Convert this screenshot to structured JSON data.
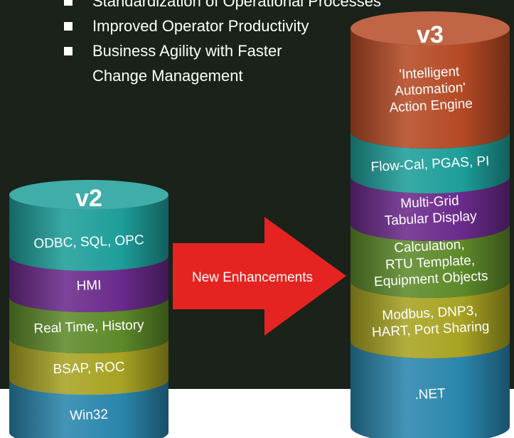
{
  "bullets": [
    {
      "text": "Standardization of Operational Processes"
    },
    {
      "text": "Improved Operator Productivity"
    },
    {
      "text": "Business Agility with Faster",
      "continuation": "Change Management"
    }
  ],
  "arrow": {
    "label": "New Enhancements",
    "color": "#e52421"
  },
  "stacks": [
    {
      "version": "v2",
      "segments": [
        {
          "lines": [
            "ODBC, SQL, OPC"
          ],
          "color": "#1e9e9a"
        },
        {
          "lines": [
            "HMI"
          ],
          "color": "#6b2a8c"
        },
        {
          "lines": [
            "Real Time, History"
          ],
          "color": "#5e8a2a"
        },
        {
          "lines": [
            "BSAP, ROC"
          ],
          "color": "#a8a323"
        },
        {
          "lines": [
            "Win32"
          ],
          "color": "#2a86ad"
        }
      ]
    },
    {
      "version": "v3",
      "segments": [
        {
          "lines": [
            "'Intelligent",
            "Automation'",
            "Action Engine"
          ],
          "color": "#b54a25"
        },
        {
          "lines": [
            "Flow-Cal, PGAS, PI"
          ],
          "color": "#1e9e9a"
        },
        {
          "lines": [
            "Multi-Grid",
            "Tabular Display"
          ],
          "color": "#6b2a8c"
        },
        {
          "lines": [
            "Calculation,",
            "RTU Template,",
            "Equipment Objects"
          ],
          "color": "#5e8a2a"
        },
        {
          "lines": [
            "Modbus, DNP3,",
            "HART, Port Sharing"
          ],
          "color": "#a8a323"
        },
        {
          "lines": [
            ".NET"
          ],
          "color": "#2a86ad"
        }
      ]
    }
  ]
}
